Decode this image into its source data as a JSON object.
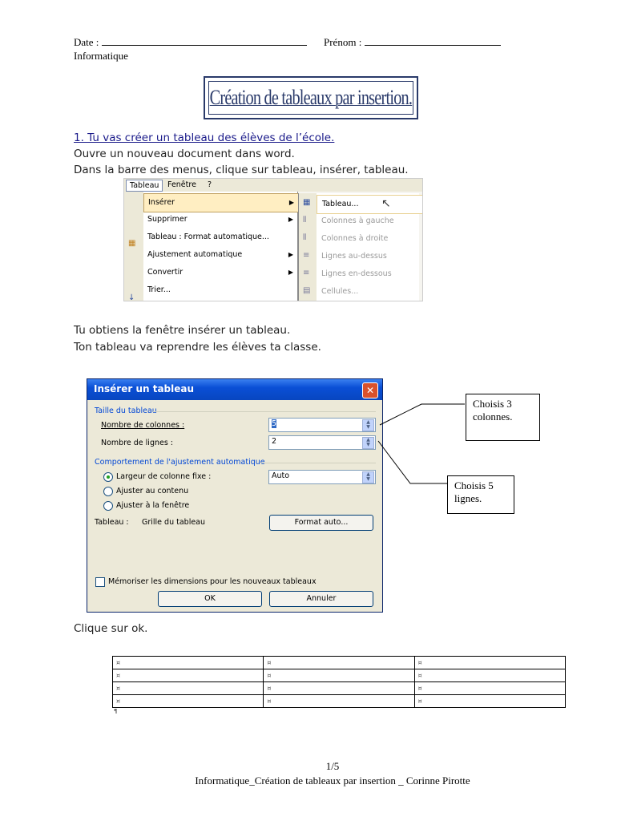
{
  "header": {
    "date_label": "Date :",
    "prenom_label": "Prénom :",
    "subject": "Informatique"
  },
  "title": "Création de tableaux par insertion.",
  "section1": {
    "heading": "1. Tu vas créer un tableau des élèves de l’école.",
    "line1": "Ouvre un nouveau document dans word.",
    "line2": "Dans la barre des menus, clique sur tableau, insérer, tableau."
  },
  "menu_screenshot": {
    "menubar": [
      "Tableau",
      "Fenêtre",
      "?"
    ],
    "items": [
      {
        "label": "Insérer",
        "has_submenu": true,
        "icon": ""
      },
      {
        "label": "Supprimer",
        "has_submenu": true,
        "icon": ""
      },
      {
        "label": "Tableau : Format automatique...",
        "has_submenu": false,
        "icon": "autoformat-icon"
      },
      {
        "label": "Ajustement automatique",
        "has_submenu": true,
        "icon": ""
      },
      {
        "label": "Convertir",
        "has_submenu": true,
        "icon": ""
      },
      {
        "label": "Trier...",
        "has_submenu": false,
        "icon": "sort-icon"
      }
    ],
    "submenu": [
      "Tableau...",
      "Colonnes à gauche",
      "Colonnes à droite",
      "Lignes au-dessus",
      "Lignes en-dessous",
      "Cellules..."
    ]
  },
  "section2": {
    "line1": "Tu obtiens la fenêtre insérer un tableau.",
    "line2": "Ton tableau va reprendre les élèves ta classe."
  },
  "dialog": {
    "title": "Insérer un tableau",
    "group1": "Taille du tableau",
    "cols_label": "Nombre de colonnes :",
    "cols_value": "5",
    "rows_label": "Nombre de lignes :",
    "rows_value": "2",
    "group2": "Comportement de l'ajustement automatique",
    "radio1": "Largeur de colonne fixe :",
    "radio1_value": "Auto",
    "radio2": "Ajuster au contenu",
    "radio3": "Ajuster à la fenêtre",
    "style_label": "Tableau :",
    "style_value": "Grille du tableau",
    "format_button": "Format auto...",
    "remember": "Mémoriser les dimensions pour les nouveaux tableaux",
    "ok": "OK",
    "cancel": "Annuler"
  },
  "callouts": {
    "cols": "Choisis 3 colonnes.",
    "rows": "Choisis 5 lignes."
  },
  "section3": {
    "line1": "Clique sur ok."
  },
  "word_table": {
    "rows": 4,
    "cols": 3,
    "cell_mark": "¤",
    "paragraph_mark": "¶"
  },
  "footer": {
    "page": "1/5",
    "text": "Informatique_Création de tableaux par insertion _ Corinne Pirotte"
  }
}
